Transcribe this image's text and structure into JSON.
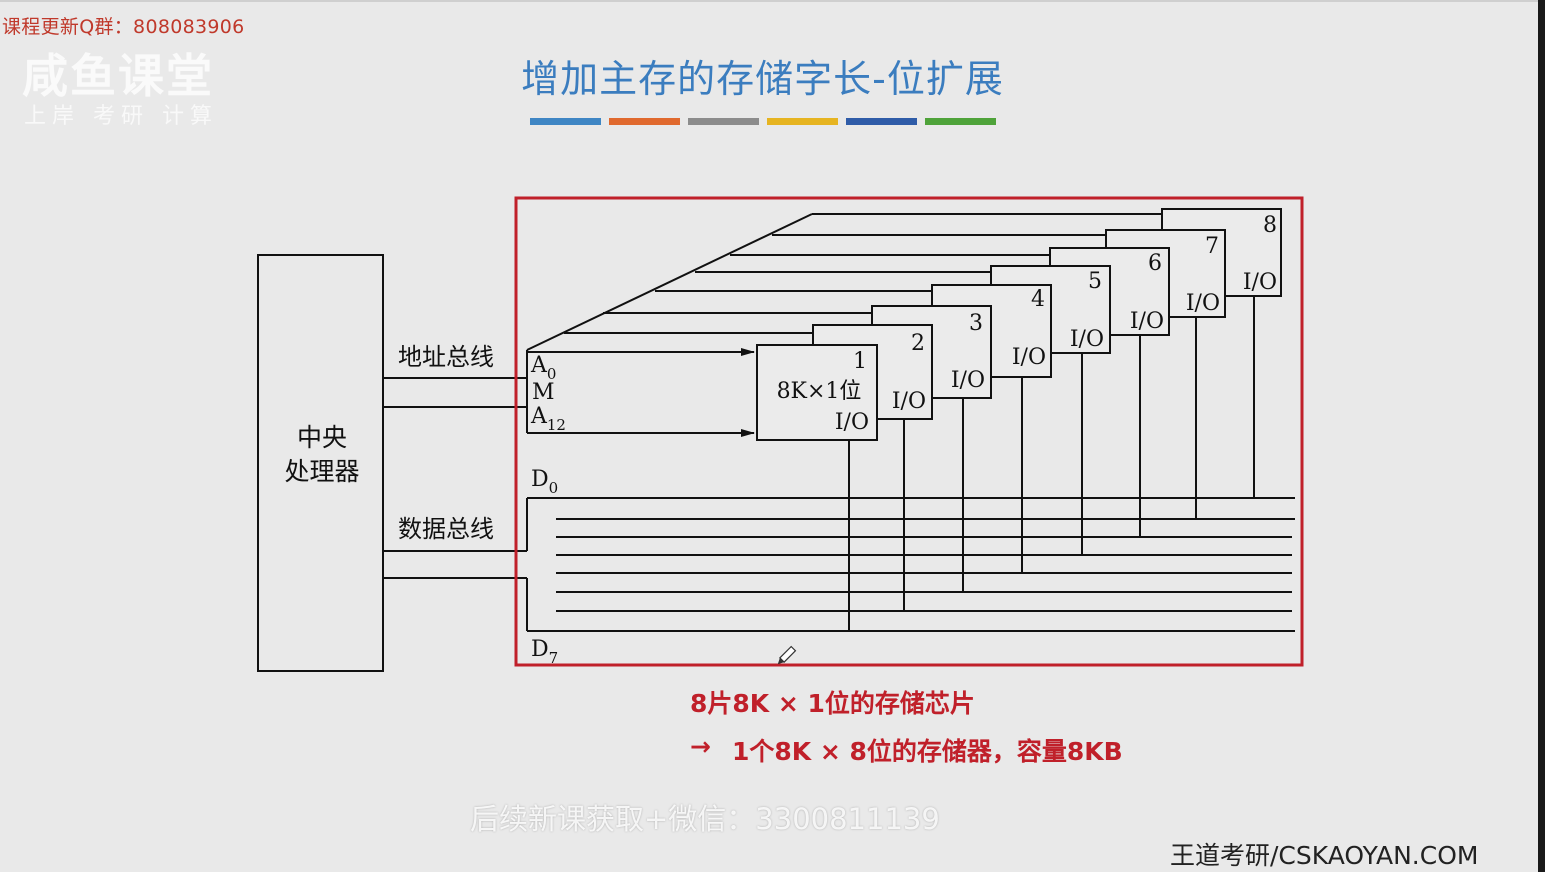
{
  "header": {
    "qq_note": "课程更新Q群：808083906",
    "logo_faint": "咸鱼课堂",
    "logo_sub": "上岸 考研 计算"
  },
  "slide": {
    "title": "增加主存的存储字长-位扩展",
    "color_bars": [
      "#3f86c4",
      "#e0692e",
      "#8c8c8c",
      "#e6b421",
      "#2f5ca8",
      "#4fa33a"
    ]
  },
  "diagram": {
    "cpu_label_line1": "中央",
    "cpu_label_line2": "处理器",
    "address_bus_label": "地址总线",
    "data_bus_label": "数据总线",
    "addr_top": "A",
    "addr_top_sub": "0",
    "addr_mid": "M",
    "addr_bottom": "A",
    "addr_bottom_sub": "12",
    "data_top": "D",
    "data_top_sub": "0",
    "data_bottom": "D",
    "data_bottom_sub": "7",
    "chip_capacity_label": "8K×1位",
    "io_label": "I/O",
    "chips": [
      "1",
      "2",
      "3",
      "4",
      "5",
      "6",
      "7",
      "8"
    ],
    "highlight_color": "#c0202a"
  },
  "captions": {
    "line1": "8片8K × 1位的存储芯片",
    "line2_arrow": "→",
    "line2": "1个8K × 8位的存储器，容量8KB"
  },
  "footer": {
    "watermark": "后续新课获取+微信：3300811139",
    "brand": "王道考研/CSKAOYAN.COM"
  }
}
